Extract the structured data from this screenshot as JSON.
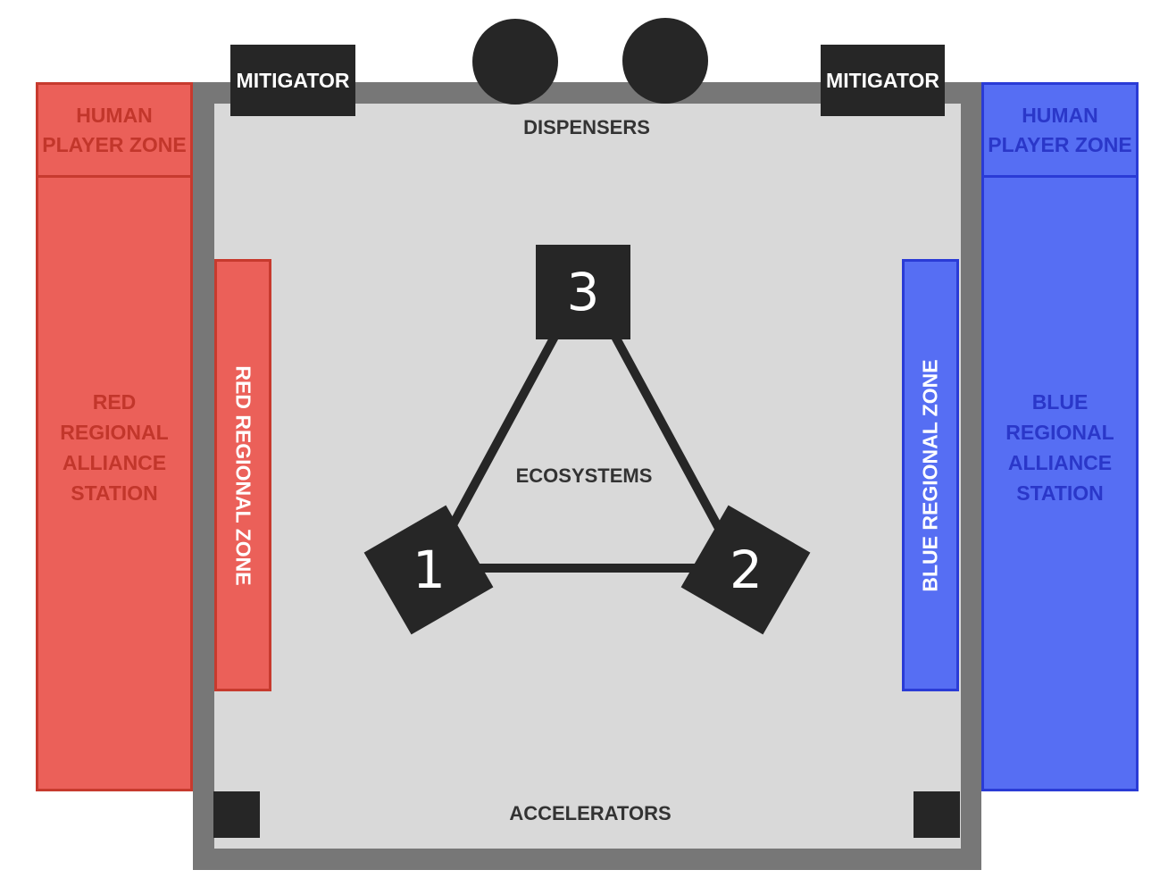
{
  "red_side": {
    "human_player_zone": {
      "line1": "HUMAN",
      "line2": "PLAYER ZONE"
    },
    "alliance_station": {
      "lines": [
        "RED",
        "REGIONAL",
        "ALLIANCE",
        "STATION"
      ]
    },
    "regional_zone": "RED REGIONAL ZONE",
    "color": "#eb6059"
  },
  "blue_side": {
    "human_player_zone": {
      "line1": "HUMAN",
      "line2": "PLAYER ZONE"
    },
    "alliance_station": {
      "lines": [
        "BLUE",
        "REGIONAL",
        "ALLIANCE",
        "STATION"
      ]
    },
    "regional_zone": "BLUE REGIONAL ZONE",
    "color": "#566ef3"
  },
  "field": {
    "mitigator_left": "MITIGATOR",
    "mitigator_right": "MITIGATOR",
    "dispensers_label": "DISPENSERS",
    "accelerators_label": "ACCELERATORS",
    "ecosystems_label": "ECOSYSTEMS",
    "ecosystems": [
      "1",
      "2",
      "3"
    ]
  }
}
